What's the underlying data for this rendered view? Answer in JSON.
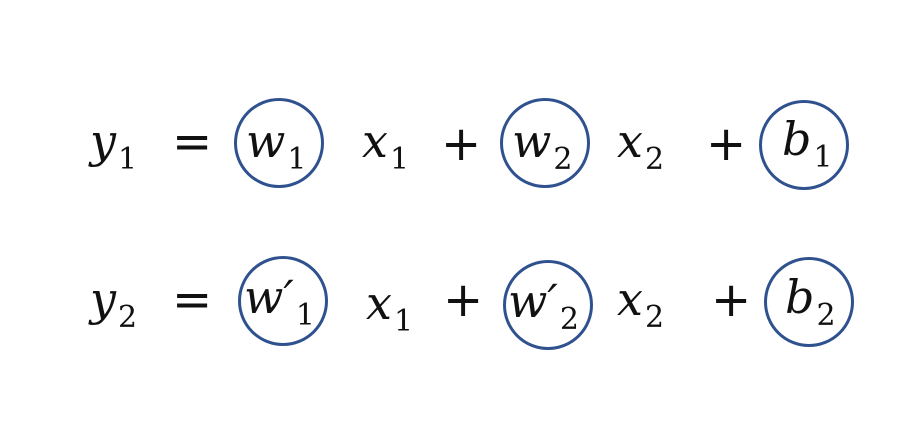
{
  "equations": [
    {
      "lhs": {
        "base": "y",
        "sub": "1"
      },
      "equals": "=",
      "terms": [
        {
          "coef": {
            "base": "w",
            "sub": "1"
          },
          "var": {
            "base": "x",
            "sub": "1"
          }
        },
        {
          "op": "+",
          "coef": {
            "base": "w",
            "sub": "2"
          },
          "var": {
            "base": "x",
            "sub": "2"
          }
        },
        {
          "op": "+",
          "coef": {
            "base": "b",
            "sub": "1"
          }
        }
      ]
    },
    {
      "lhs": {
        "base": "y",
        "sub": "2"
      },
      "equals": "=",
      "terms": [
        {
          "coef": {
            "base": "w′",
            "sub": "1"
          },
          "var": {
            "base": "x",
            "sub": "1"
          }
        },
        {
          "op": "+",
          "coef": {
            "base": "w′",
            "sub": "2"
          },
          "var": {
            "base": "x",
            "sub": "2"
          }
        },
        {
          "op": "+",
          "coef": {
            "base": "b",
            "sub": "2"
          }
        }
      ]
    }
  ],
  "colors": {
    "circle": "#2F528F",
    "text": "#111111"
  }
}
